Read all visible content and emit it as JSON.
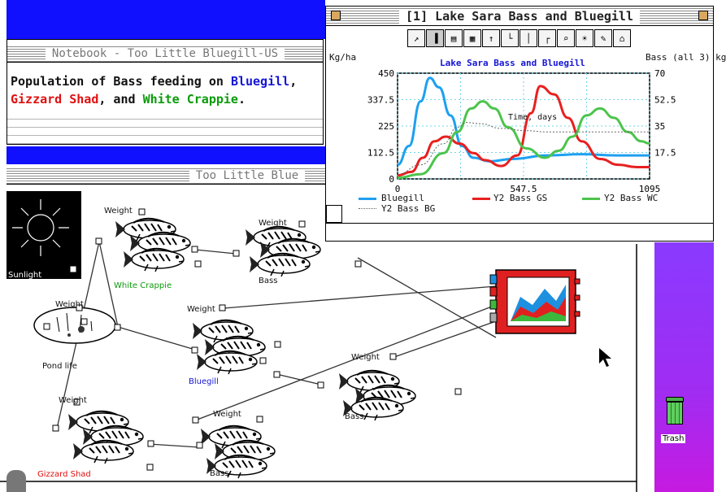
{
  "notebook": {
    "title": "Notebook - Too Little Bluegill-US",
    "line1_prefix": "Population of Bass feeding on ",
    "bluegill": "Bluegill",
    "comma1": ",",
    "gizzard": "Gizzard Shad",
    "and": ", and ",
    "crappie": "White Crappie",
    "period": "."
  },
  "model": {
    "title": "Too Little Blue",
    "sunlight_label": "Sunlight",
    "pond_label": "Pond life",
    "weight_label": "Weight",
    "white_crappie": "White Crappie",
    "bluegill": "Bluegill",
    "gizzard_shad": "Gizzard Shad",
    "bass": "Bass"
  },
  "graph": {
    "window_title": "[1] Lake Sara Bass and Bluegill",
    "tools": [
      "chart",
      "bars",
      "table",
      "grid",
      "pin",
      "axes",
      "step",
      "scale",
      "zoom",
      "run",
      "pen",
      "home"
    ],
    "left_unit": "Kg/ha",
    "right_unit": "Bass (all 3) kg",
    "inner_title": "Lake Sara Bass and Bluegill",
    "x_caption": "Time, days",
    "y_left_ticks": [
      "450",
      "337.5",
      "225",
      "112.5",
      "0"
    ],
    "y_right_ticks": [
      "70",
      "52.5",
      "35",
      "17.5"
    ],
    "x_ticks": [
      "0",
      "547.5",
      "1095"
    ],
    "legend": [
      {
        "label": "Bluegill",
        "color": "#1ea0f0"
      },
      {
        "label": "Y2 Bass GS",
        "color": "#e82020"
      },
      {
        "label": "Y2 Bass  WC",
        "color": "#4cc44c"
      },
      {
        "label": "Y2 Bass BG",
        "color": "#666666"
      }
    ]
  },
  "desktop": {
    "trash_label": "Trash",
    "colors": {
      "accent_blue": "#1010ff",
      "desktop_purple": "#a12cf2"
    }
  },
  "chart_data": {
    "type": "line",
    "title": "Lake Sara Bass and Bluegill",
    "xlabel": "Time, days",
    "ylabel": "Kg/ha",
    "y2label": "Bass (all 3) kg",
    "xlim": [
      0,
      1095
    ],
    "ylim": [
      0,
      450
    ],
    "y2lim": [
      0,
      70
    ],
    "grid": true,
    "legend_position": "bottom",
    "series": [
      {
        "name": "Bluegill",
        "axis": "left",
        "color": "#1ea0f0",
        "x": [
          0,
          50,
          100,
          140,
          180,
          230,
          280,
          330,
          400,
          500,
          650,
          800,
          950,
          1095
        ],
        "y": [
          60,
          140,
          330,
          430,
          390,
          270,
          140,
          90,
          75,
          85,
          100,
          105,
          100,
          100
        ]
      },
      {
        "name": "Y2 Bass GS",
        "axis": "left",
        "color": "#e82020",
        "x": [
          0,
          60,
          110,
          160,
          210,
          270,
          330,
          380,
          450,
          520,
          580,
          620,
          680,
          740,
          800,
          880,
          960,
          1040,
          1095
        ],
        "y": [
          15,
          30,
          90,
          160,
          180,
          150,
          110,
          80,
          55,
          100,
          280,
          395,
          360,
          260,
          160,
          85,
          60,
          50,
          50
        ]
      },
      {
        "name": "Y2 Bass  WC",
        "axis": "left",
        "color": "#4cc44c",
        "x": [
          0,
          100,
          200,
          260,
          320,
          370,
          420,
          480,
          560,
          640,
          700,
          760,
          820,
          880,
          940,
          1000,
          1060,
          1095
        ],
        "y": [
          5,
          20,
          110,
          200,
          300,
          330,
          300,
          220,
          130,
          90,
          120,
          180,
          270,
          300,
          260,
          200,
          160,
          150
        ]
      },
      {
        "name": "Y2 Bass BG",
        "axis": "left",
        "color": "#666666",
        "x": [
          0,
          100,
          200,
          260,
          300,
          360,
          450,
          560,
          650,
          800,
          950,
          1095
        ],
        "y": [
          20,
          60,
          150,
          220,
          240,
          235,
          215,
          205,
          200,
          200,
          200,
          200
        ]
      }
    ]
  }
}
